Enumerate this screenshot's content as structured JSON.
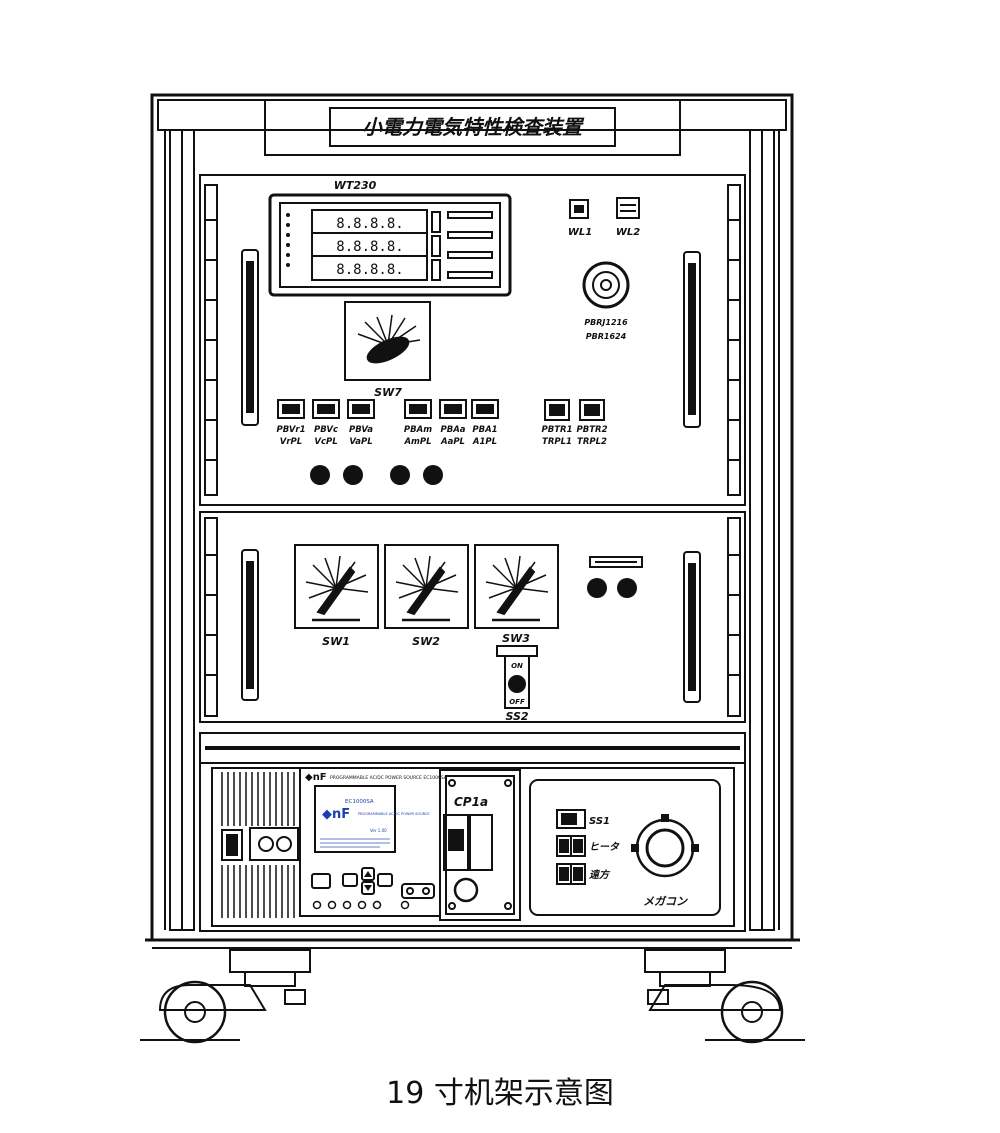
{
  "diagram": {
    "nameplate": "小電力電気特性検査装置",
    "caption": "19 寸机架示意图",
    "upper_panel": {
      "meter_label": "WT230",
      "lamp_labels": [
        "WL1",
        "WL2"
      ],
      "emergency_labels": [
        "PBRJ1216",
        "PBR1624"
      ],
      "rotary_label": "SW7",
      "pushbutton_labels": [
        [
          "PBVr1",
          "VrPL"
        ],
        [
          "PBVc",
          "VcPL"
        ],
        [
          "PBVa",
          "VaPL"
        ],
        [
          "PBAm",
          "AmPL"
        ],
        [
          "PBAa",
          "AaPL"
        ],
        [
          "PBA1",
          "A1PL"
        ],
        [
          "PBTR1",
          "TRPL1"
        ],
        [
          "PBTR2",
          "TRPL2"
        ]
      ]
    },
    "middle_panel": {
      "switch_labels": [
        "SW1",
        "SW2",
        "SW3"
      ],
      "selector_label": "SS2",
      "selector_on": "ON",
      "selector_off": "OFF"
    },
    "lower_panel": {
      "psu_brand": "◆nF",
      "psu_model_line": "PROGRAMMABLE AC/DC POWER SOURCE EC1000SA",
      "screen_model": "EC1000SA",
      "screen_title": "PROGRAMMABLE AC/DC POWER SOURCE",
      "screen_version": "Ver 1.00",
      "screen_logo": "◆nF",
      "breaker_label": "CP1a",
      "switch_labels": [
        "SS1",
        "ヒータ",
        "遠方"
      ],
      "megger_label": "メガコン"
    }
  }
}
